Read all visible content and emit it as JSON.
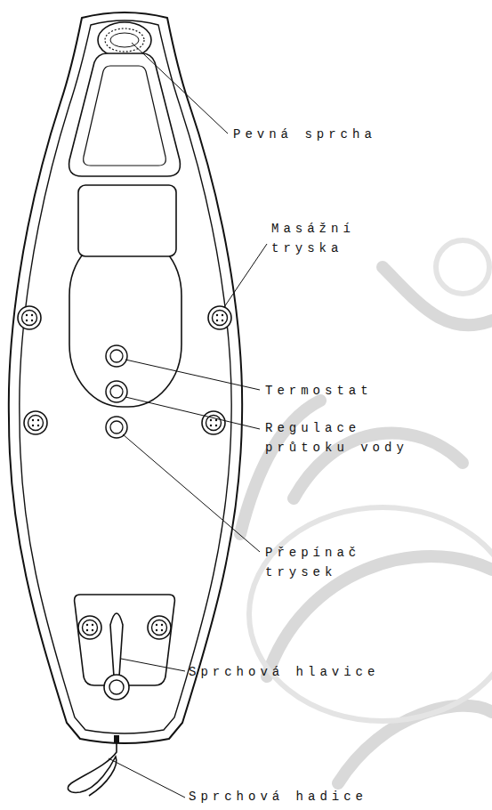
{
  "diagram": {
    "labels": [
      "Pevná sprcha",
      "Masážní tryska",
      "Termostat",
      "Regulace průtoku vody",
      "Přepínač trysek",
      "Sprchová hlavice",
      "Sprchová hadice"
    ]
  }
}
